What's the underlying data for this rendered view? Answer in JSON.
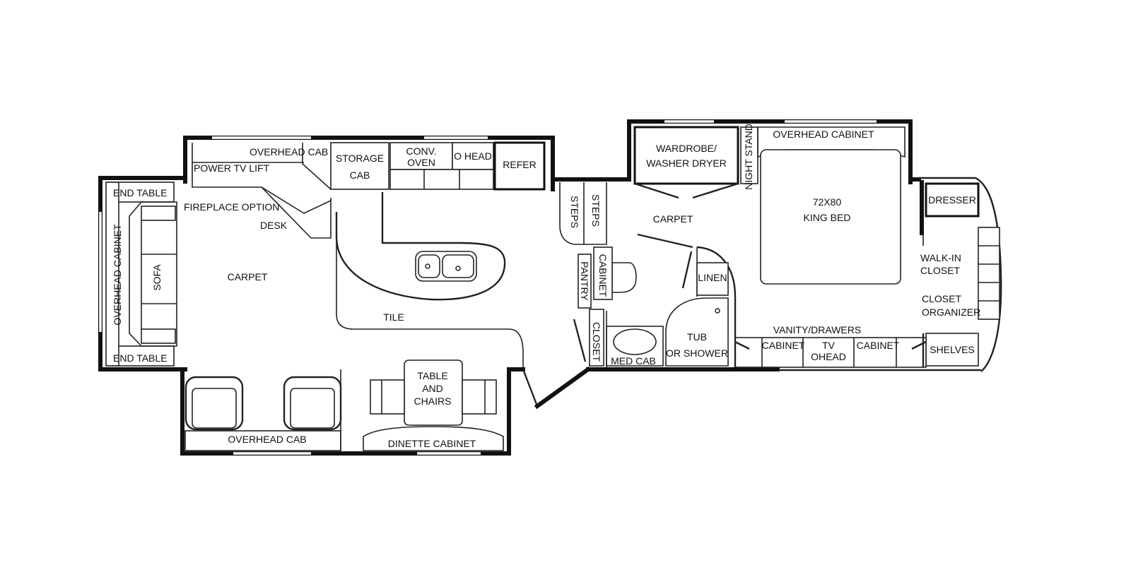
{
  "colors": {
    "line": "#111111",
    "background": "#ffffff"
  },
  "labels": {
    "overhead_cab_top": "OVERHEAD CAB",
    "power_tv_lift": "POWER TV LIFT",
    "storage_cab_1": "STORAGE",
    "storage_cab_2": "CAB",
    "conv_oven_1": "CONV.",
    "conv_oven_2": "OVEN",
    "o_head": "O HEAD",
    "refer": "REFER",
    "end_table_top": "END TABLE",
    "fireplace_option": "FIREPLACE OPTION",
    "desk": "DESK",
    "overhead_cabinet_left": "OVERHEAD CABINET",
    "sofa": "SOFA",
    "carpet_living": "CARPET",
    "tile": "TILE",
    "end_table_bottom": "END TABLE",
    "table_and_chairs_1": "TABLE",
    "table_and_chairs_2": "AND",
    "table_and_chairs_3": "CHAIRS",
    "overhead_cab_bottom": "OVERHEAD CAB",
    "dinette_cabinet": "DINETTE CABINET",
    "steps_1": "STEPS",
    "steps_2": "STEPS",
    "pantry": "PANTRY",
    "cabinet_vertical": "CABINET",
    "closet_vertical": "CLOSET",
    "med_cab": "MED CAB",
    "tub_or_shower_1": "TUB",
    "tub_or_shower_2": "OR SHOWER",
    "linen": "LINEN",
    "carpet_bedroom": "CARPET",
    "wardrobe_1": "WARDROBE/",
    "wardrobe_2": "WASHER DRYER",
    "night_stand": "NIGHT STAND",
    "overhead_cabinet_top": "OVERHEAD CABINET",
    "king_bed_1": "72X80",
    "king_bed_2": "KING BED",
    "dresser": "DRESSER",
    "walk_in_closet_1": "WALK-IN",
    "walk_in_closet_2": "CLOSET",
    "closet_organizer_1": "CLOSET",
    "closet_organizer_2": "ORGANIZER",
    "vanity_drawers": "VANITY/DRAWERS",
    "cabinet_left": "CABINET",
    "tv_ohead_1": "TV",
    "tv_ohead_2": "OHEAD",
    "cabinet_right": "CABINET",
    "shelves": "SHELVES"
  }
}
